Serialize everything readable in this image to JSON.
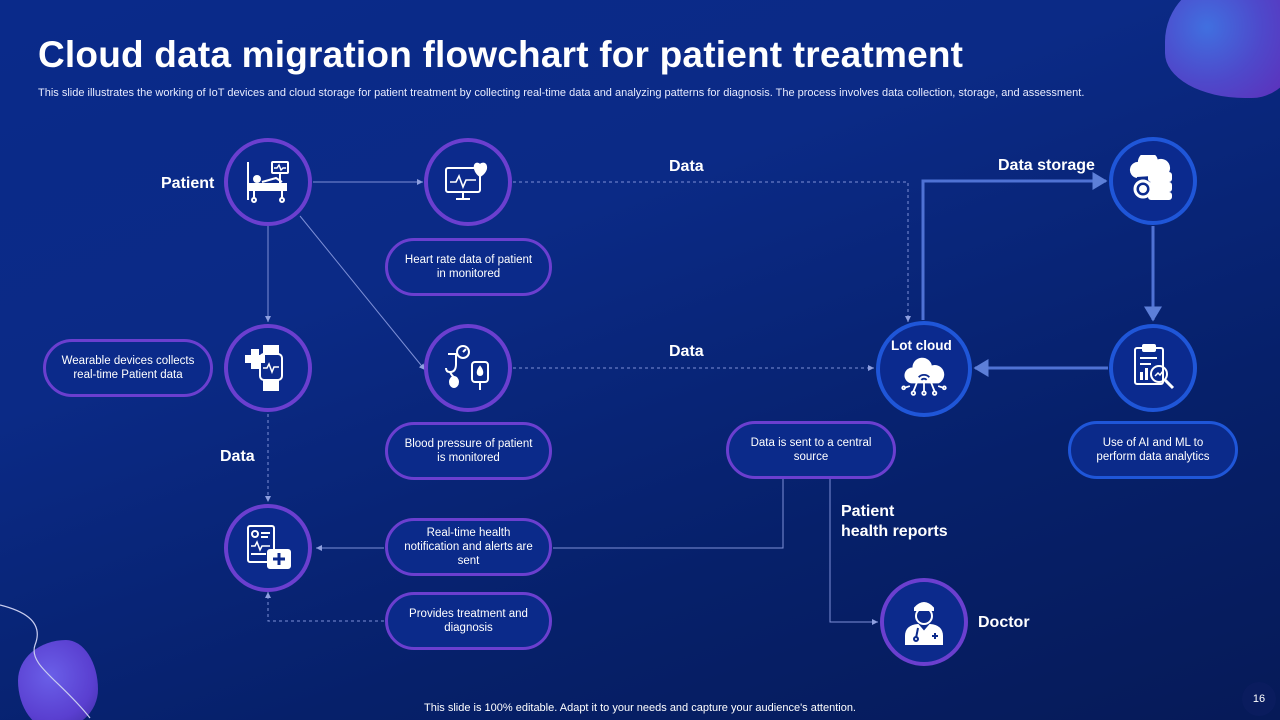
{
  "slide": {
    "title": "Cloud data migration flowchart for patient treatment",
    "subtitle": "This slide illustrates the working of IoT devices and cloud storage for patient treatment by collecting real-time data and analyzing patterns for diagnosis. The process involves data collection, storage, and assessment.",
    "footer": "This slide is 100% editable. Adapt it to your needs and capture your audience's attention.",
    "page_number": "16"
  },
  "labels": {
    "patient": "Patient",
    "data_top": "Data",
    "data_mid": "Data",
    "data_left": "Data",
    "data_storage": "Data storage",
    "lot_cloud": "Lot cloud",
    "patient_health_reports_line1": "Patient",
    "patient_health_reports_line2": "health reports",
    "doctor": "Doctor"
  },
  "pills": {
    "heart_rate": "Heart rate data of patient in monitored",
    "wearable": "Wearable devices collects real-time Patient data",
    "blood_pressure": "Blood pressure of patient is monitored",
    "data_sent": "Data is sent to a central source",
    "ai_ml": "Use of AI and ML to perform data analytics",
    "notifications": "Real-time health notification and alerts are sent",
    "treatment": "Provides treatment and diagnosis"
  },
  "icons": {
    "patient": "hospital-bed-icon",
    "heart_monitor": "heart-monitor-icon",
    "wearable": "smartwatch-icon",
    "blood_pressure": "blood-pressure-icon",
    "cloud": "iot-cloud-icon",
    "storage": "cloud-storage-icon",
    "analytics": "analytics-report-icon",
    "medical_record": "medical-record-icon",
    "doctor": "doctor-icon"
  },
  "colors": {
    "background": "#0a2a8a",
    "purple_accent": "#6b3fcf",
    "blue_accent": "#1f56d8",
    "connector": "#7d8fd6"
  }
}
